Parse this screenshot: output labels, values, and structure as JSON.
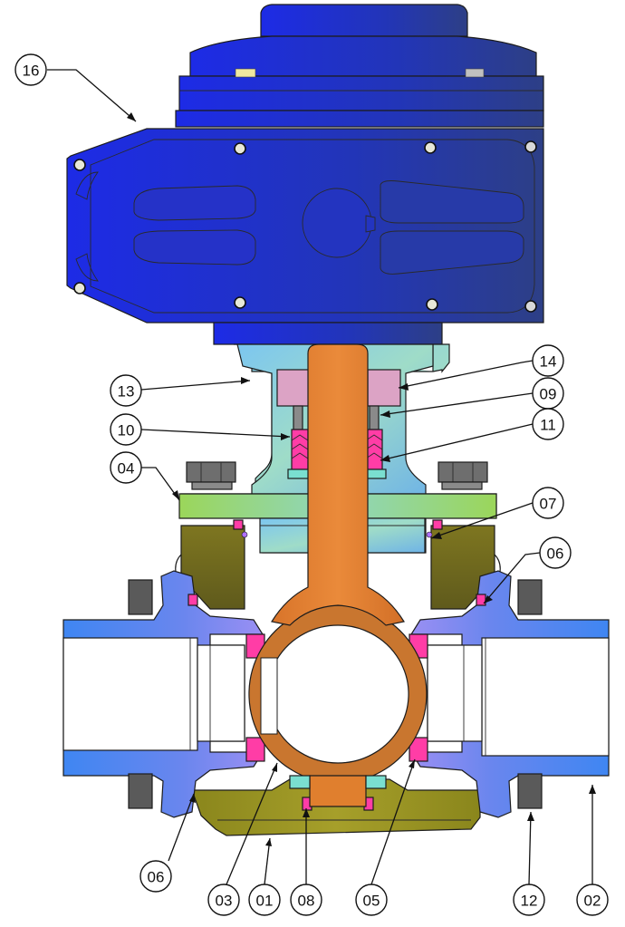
{
  "callouts": [
    {
      "id": "16",
      "label": "16"
    },
    {
      "id": "13",
      "label": "13"
    },
    {
      "id": "14",
      "label": "14"
    },
    {
      "id": "09",
      "label": "09"
    },
    {
      "id": "10",
      "label": "10"
    },
    {
      "id": "11",
      "label": "11"
    },
    {
      "id": "04",
      "label": "04"
    },
    {
      "id": "07",
      "label": "07"
    },
    {
      "id": "06a",
      "label": "06"
    },
    {
      "id": "06b",
      "label": "06"
    },
    {
      "id": "03",
      "label": "03"
    },
    {
      "id": "01",
      "label": "01"
    },
    {
      "id": "08",
      "label": "08"
    },
    {
      "id": "05",
      "label": "05"
    },
    {
      "id": "12",
      "label": "12"
    },
    {
      "id": "02",
      "label": "02"
    }
  ],
  "colors": {
    "actuator": "#1f2fd0",
    "actuator_dark": "#24368f",
    "bracket": "#8fd0e8",
    "stem": "#e07f2e",
    "ball": "#c9762f",
    "body": "#6f6a22",
    "end_cap": "#4f7fe8",
    "end_cap_violet": "#8f86f2",
    "seal": "#ff2d9a",
    "packing_nut": "#dca3c5",
    "bolt": "#6e6e6e"
  }
}
